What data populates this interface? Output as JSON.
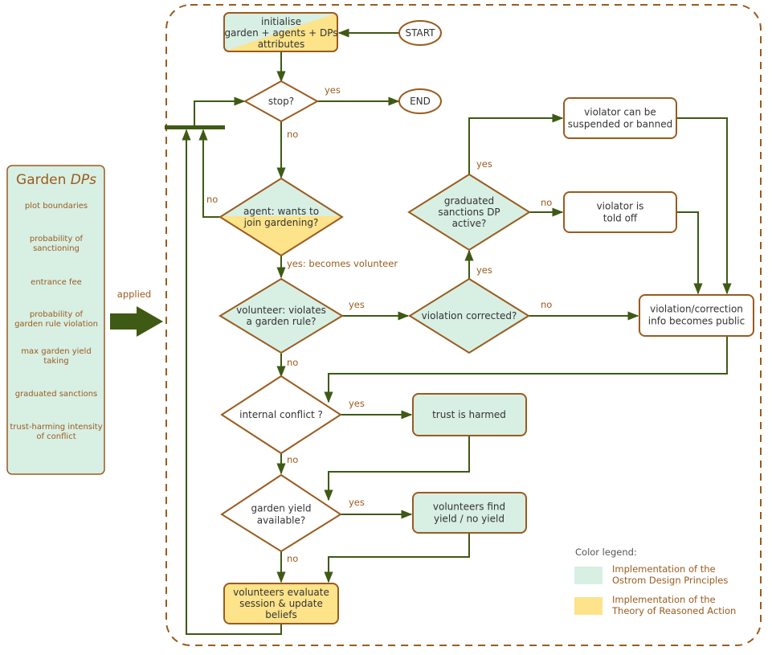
{
  "panel": {
    "title_plain": "Garden ",
    "title_italic": "DPs",
    "items": [
      [
        "plot boundaries"
      ],
      [
        "probability of",
        "sanctioning"
      ],
      [
        "entrance fee"
      ],
      [
        "probability of",
        "garden rule violation"
      ],
      [
        "max garden yield",
        "taking"
      ],
      [
        "graduated sanctions"
      ],
      [
        "trust-harming intensity",
        "of conflict"
      ]
    ],
    "applied_label": "applied"
  },
  "nodes": {
    "start": "START",
    "end": "END",
    "init": [
      "initialise",
      "garden + agents + DPs",
      "attributes"
    ],
    "stop": [
      "stop?"
    ],
    "join": [
      "agent: wants to",
      "join gardening?"
    ],
    "violates": [
      "volunteer: violates",
      "a garden rule?"
    ],
    "corrected": [
      "violation corrected?"
    ],
    "graduated": [
      "graduated",
      "sanctions DP",
      "active?"
    ],
    "suspended": [
      "violator can be",
      "suspended or banned"
    ],
    "toldoff": [
      "violator is",
      "told off"
    ],
    "public": [
      "violation/correction",
      "info becomes public"
    ],
    "conflict": [
      "internal conflict ?"
    ],
    "trust": [
      "trust is harmed"
    ],
    "yield": [
      "garden yield",
      "available?"
    ],
    "findyield": [
      "volunteers find",
      "yield / no yield"
    ],
    "evaluate": [
      "volunteers evaluate",
      "session & update",
      "beliefs"
    ]
  },
  "edge_labels": {
    "stop_yes": "yes",
    "stop_no": "no",
    "join_no": "no",
    "join_yes": "yes: becomes volunteer",
    "violates_yes": "yes",
    "violates_no": "no",
    "corrected_yes": "yes",
    "corrected_no": "no",
    "graduated_yes": "yes",
    "graduated_no": "no",
    "conflict_yes": "yes",
    "conflict_no": "no",
    "yield_yes": "yes",
    "yield_no": "no"
  },
  "legend": {
    "title": "Color legend:",
    "items": [
      {
        "color": "#d8efe4",
        "lines": [
          "Implementation of the",
          "Ostrom Design Principles"
        ]
      },
      {
        "color": "#fde38a",
        "lines": [
          "Implementation of the",
          "Theory of Reasoned Action"
        ]
      }
    ]
  },
  "colors": {
    "brown": "#9a5b1e",
    "green": "#3e5a14",
    "mint": "#d8efe4",
    "yellow": "#fde38a"
  }
}
